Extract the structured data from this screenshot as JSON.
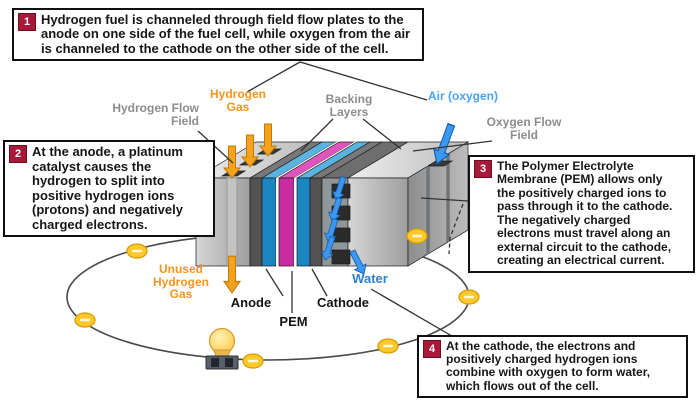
{
  "colors": {
    "callout_number_bg": "#a81838",
    "hydrogen_orange": "#f7941d",
    "air_blue": "#4aa2f5",
    "water_blue": "#2b7fd4",
    "label_gray": "#8c8c8c",
    "pem_magenta": "#c92ba0",
    "electrode_blue": "#1b86c2",
    "electron_yellow": "#ffc92e"
  },
  "callouts": [
    {
      "number": "1",
      "text": "Hydrogen fuel is channeled through field flow plates to the anode on one side of the fuel cell, while oxygen from the air is channeled to the cathode on the other side of the cell."
    },
    {
      "number": "2",
      "text": "At the anode, a platinum catalyst causes the hydrogen to split into positive hydrogen ions (protons) and negatively charged electrons."
    },
    {
      "number": "3",
      "text": "The Polymer Electrolyte Membrane (PEM) allows only the positively charged ions to pass through it to the cathode. The negatively charged electrons must travel along an external circuit to the cathode, creating an electrical current."
    },
    {
      "number": "4",
      "text": "At the cathode, the electrons and positively charged hydrogen ions combine with oxygen to form water, which flows out of the cell."
    }
  ],
  "labels": {
    "hydrogen_gas": "Hydrogen Gas",
    "hydrogen_flow_field": "Hydrogen Flow Field",
    "backing_layers": "Backing Layers",
    "air_oxygen": "Air (oxygen)",
    "oxygen_flow_field": "Oxygen Flow Field",
    "unused_hydrogen_gas": "Unused Hydrogen Gas",
    "anode": "Anode",
    "pem": "PEM",
    "cathode": "Cathode",
    "water": "Water"
  }
}
